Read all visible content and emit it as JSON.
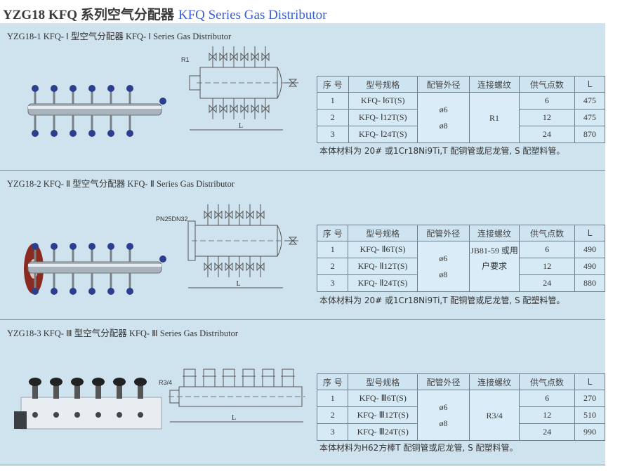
{
  "header": {
    "title_cn": "YZG18  KFQ 系列空气分配器",
    "title_en": "KFQ Series Gas Distributor"
  },
  "columns": [
    "序 号",
    "型号规格",
    "配管外径",
    "连接螺纹",
    "供气点数",
    "L"
  ],
  "sections": [
    {
      "subtitle": "YZG18-1 KFQ- Ⅰ 型空气分配器 KFQ- Ⅰ Series Gas Distributor",
      "drawing_label": "R1",
      "dim_label": "L",
      "diameter": [
        "ø6",
        "ø8"
      ],
      "thread": "R1",
      "rows": [
        {
          "no": "1",
          "model": "KFQ- Ⅰ6T(S)",
          "points": "6",
          "L": "475"
        },
        {
          "no": "2",
          "model": "KFQ- Ⅰ12T(S)",
          "points": "12",
          "L": "475"
        },
        {
          "no": "3",
          "model": "KFQ- Ⅰ24T(S)",
          "points": "24",
          "L": "870"
        }
      ],
      "note": "本体材料为 20# 或1Cr18Ni9Ti,T 配铜管或尼龙管, S 配塑料管。"
    },
    {
      "subtitle": "YZG18-2 KFQ- Ⅱ 型空气分配器   KFQ- Ⅱ Series Gas Distributor",
      "drawing_label": "PN25DN32",
      "dim_label": "L",
      "diameter": [
        "ø6",
        "ø8"
      ],
      "thread": "JB81-59 或用户要求",
      "rows": [
        {
          "no": "1",
          "model": "KFQ- Ⅱ6T(S)",
          "points": "6",
          "L": "490"
        },
        {
          "no": "2",
          "model": "KFQ- Ⅱ12T(S)",
          "points": "12",
          "L": "490"
        },
        {
          "no": "3",
          "model": "KFQ- Ⅱ24T(S)",
          "points": "24",
          "L": "880"
        }
      ],
      "note": "本体材料为 20# 或1Cr18Ni9Ti,T 配铜管或尼龙管, S 配塑料管。"
    },
    {
      "subtitle": "YZG18-3 KFQ- Ⅲ 型空气分配器    KFQ- Ⅲ Series Gas Distributor",
      "drawing_label": "R3/4",
      "dim_label": "L",
      "diameter": [
        "ø6",
        "ø8"
      ],
      "thread": "R3/4",
      "rows": [
        {
          "no": "1",
          "model": "KFQ- Ⅲ6T(S)",
          "points": "6",
          "L": "270"
        },
        {
          "no": "2",
          "model": "KFQ- Ⅲ12T(S)",
          "points": "12",
          "L": "510"
        },
        {
          "no": "3",
          "model": "KFQ- Ⅲ24T(S)",
          "points": "24",
          "L": "990"
        }
      ],
      "note": "本体材料为H62方棒T 配铜管或尼龙管, S 配塑料管。"
    }
  ],
  "colors": {
    "panel": "#cfe3ef",
    "title_en": "#3a5fd0"
  }
}
